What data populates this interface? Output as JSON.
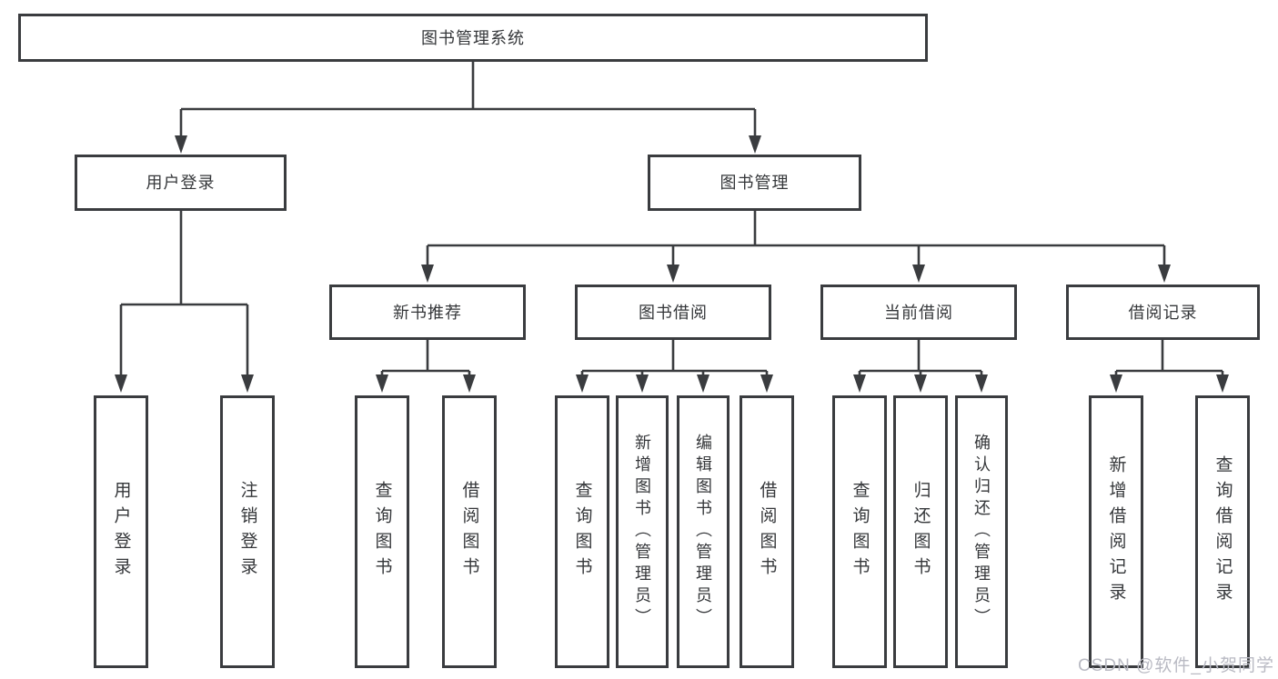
{
  "tree": {
    "root": {
      "label": "图书管理系统"
    },
    "branches": [
      {
        "label": "用户登录",
        "children": [
          {
            "label": "用户登录"
          },
          {
            "label": "注销登录"
          }
        ]
      },
      {
        "label": "图书管理",
        "sections": [
          {
            "label": "新书推荐",
            "children": [
              {
                "label": "查询图书"
              },
              {
                "label": "借阅图书"
              }
            ]
          },
          {
            "label": "图书借阅",
            "children": [
              {
                "label": "查询图书"
              },
              {
                "label": "新增图书（管理员）"
              },
              {
                "label": "编辑图书（管理员）"
              },
              {
                "label": "借阅图书"
              }
            ]
          },
          {
            "label": "当前借阅",
            "children": [
              {
                "label": "查询图书"
              },
              {
                "label": "归还图书"
              },
              {
                "label": "确认归还（管理员）"
              }
            ]
          },
          {
            "label": "借阅记录",
            "children": [
              {
                "label": "新增借阅记录"
              },
              {
                "label": "查询借阅记录"
              }
            ]
          }
        ]
      }
    ]
  },
  "watermark": {
    "text": "CSDN @软件_小贺同学"
  },
  "colors": {
    "line": "#3a3c3f",
    "text": "#35373a",
    "watermark": "#b9bac3",
    "bg": "#ffffff"
  }
}
